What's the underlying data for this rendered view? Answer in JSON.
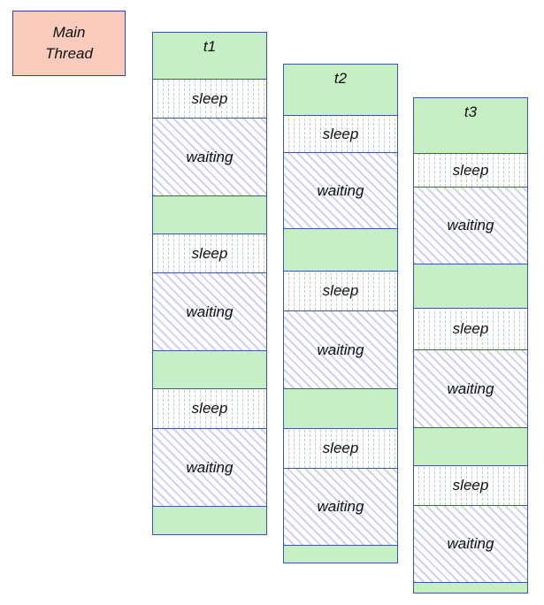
{
  "main_thread": {
    "line1": "Main",
    "line2": "Thread"
  },
  "threads": [
    {
      "name": "t1",
      "sleep_label": "sleep",
      "waiting_label": "waiting"
    },
    {
      "name": "t2",
      "sleep_label": "sleep",
      "waiting_label": "waiting"
    },
    {
      "name": "t3",
      "sleep_label": "sleep",
      "waiting_label": "waiting"
    }
  ],
  "colors": {
    "main_thread_fill": "#f8cbbd",
    "running_fill": "#c6efc6",
    "border": "#3a5a9c",
    "waiting_hatch": "#d0d0ef"
  }
}
